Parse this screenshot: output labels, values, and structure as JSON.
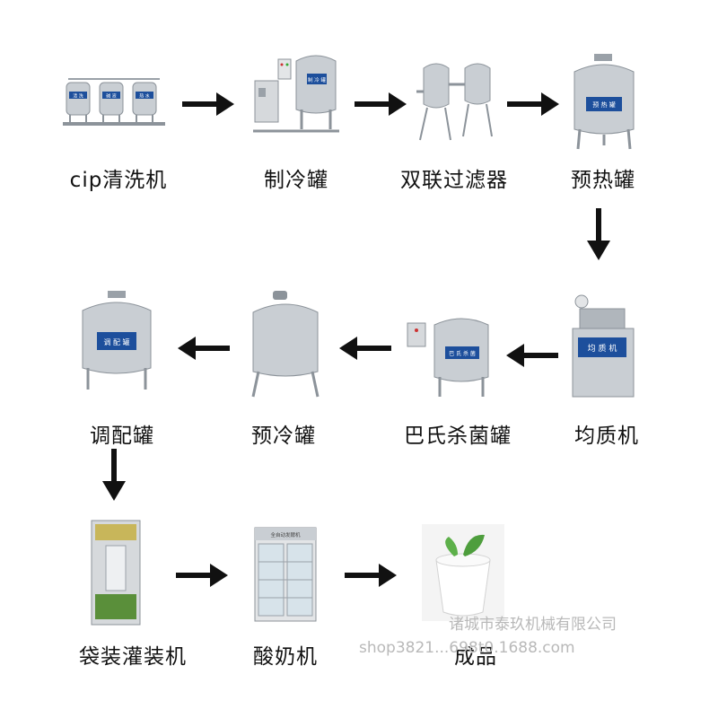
{
  "steps": [
    {
      "id": "cip",
      "label": "cip清洗机",
      "plates": [
        "清 洗",
        "碱 液",
        "热 水"
      ]
    },
    {
      "id": "cooling",
      "label": "制冷罐",
      "plate": "制 冷 罐"
    },
    {
      "id": "filter",
      "label": "双联过滤器"
    },
    {
      "id": "preheat",
      "label": "预热罐",
      "plate": "预 热 罐"
    },
    {
      "id": "homogenizer",
      "label": "均质机",
      "plate": "均 质 机"
    },
    {
      "id": "pasteurizer",
      "label": "巴氏杀菌罐",
      "plate": "巴 氏 杀 菌"
    },
    {
      "id": "precool",
      "label": "预冷罐"
    },
    {
      "id": "blending",
      "label": "调配罐",
      "plate": "调 配 罐"
    },
    {
      "id": "bagfill",
      "label": "袋装灌装机"
    },
    {
      "id": "yogurt",
      "label": "酸奶机",
      "plate": "全自动发酵机"
    },
    {
      "id": "product",
      "label": "成品"
    }
  ],
  "watermark": {
    "company": "诸城市泰玖机械有限公司",
    "shop": "shop3821...698t0.1688.com"
  },
  "colors": {
    "steel": "#c9ced3",
    "steel_dark": "#8c939a",
    "plate_blue": "#1d4f9c",
    "arrow": "#111111",
    "leaf": "#5db04a"
  }
}
